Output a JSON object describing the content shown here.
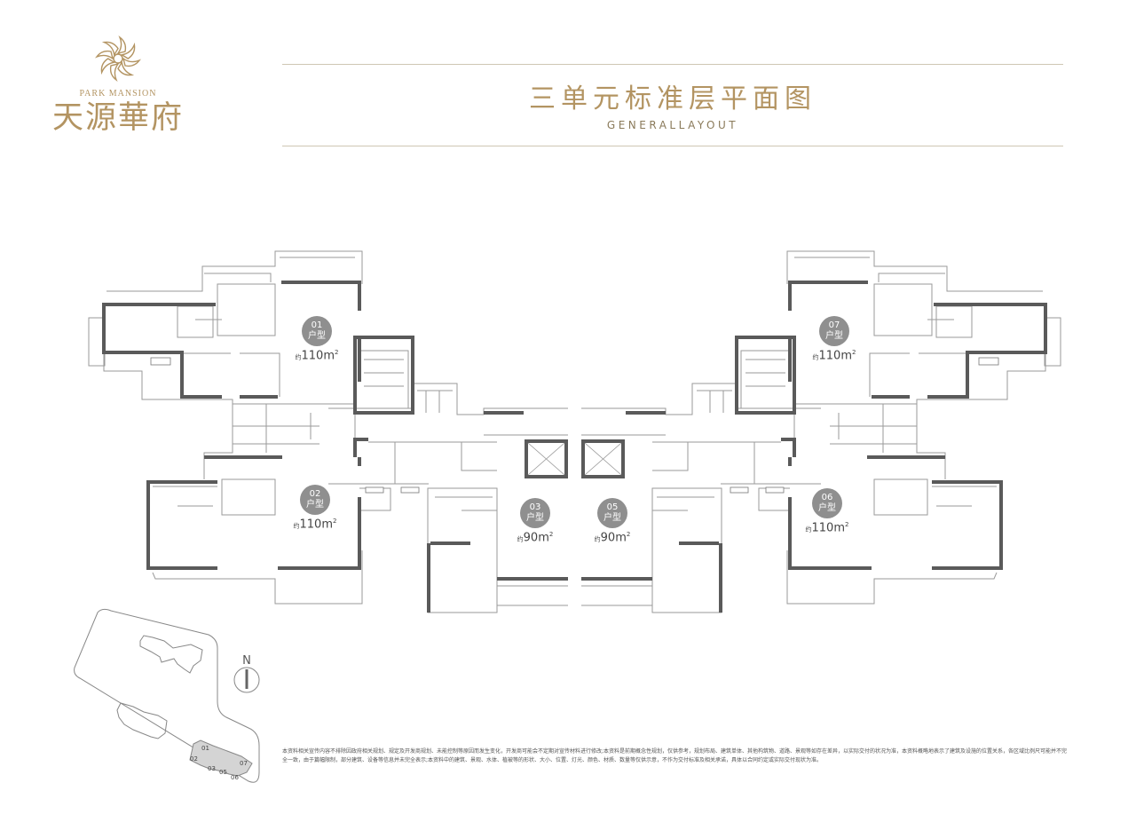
{
  "brand": {
    "name_en": "PARK MANSION",
    "name_cn": "天源華府",
    "logo_icon": "flower-emblem-icon"
  },
  "header": {
    "title": "三单元标准层平面图",
    "subtitle": "GENERALLAYOUT"
  },
  "units": [
    {
      "no": "01",
      "type": "户型",
      "approx": "约",
      "area": "110m",
      "sup": "2"
    },
    {
      "no": "02",
      "type": "户型",
      "approx": "约",
      "area": "110m",
      "sup": "2"
    },
    {
      "no": "03",
      "type": "户型",
      "approx": "约",
      "area": "90m",
      "sup": "2"
    },
    {
      "no": "05",
      "type": "户型",
      "approx": "约",
      "area": "90m",
      "sup": "2"
    },
    {
      "no": "07",
      "type": "户型",
      "approx": "约",
      "area": "110m",
      "sup": "2"
    },
    {
      "no": "06",
      "type": "户型",
      "approx": "约",
      "area": "110m",
      "sup": "2"
    }
  ],
  "site_map": {
    "north": "N",
    "labels": [
      "01",
      "02",
      "03",
      "05",
      "07",
      "06"
    ]
  },
  "disclaimer": "本资料相关宣传内容不排除因政府相关规划、规定及开发商规划、未能控制等原因而发生变化，开发商可能会不定期对宣传材料进行修改;本资料是前期概念性规划，仅供参考，规划布局、建筑单体、其他构筑物、道路、景观等如存在差异，以实际交付的状况为准，本资料概略地表示了建筑及设施的位置关系，各区域比例尺可能并不完全一致，由于篇幅限制，部分建筑、设备等信息并未完全表示;本资料中的建筑、景观、水体、植被等的形状、大小、位置、灯光、颜色、材质、数量等仅供示意，不作为交付标准及相关承诺，具体以合同约定或实际交付现状为准。"
}
